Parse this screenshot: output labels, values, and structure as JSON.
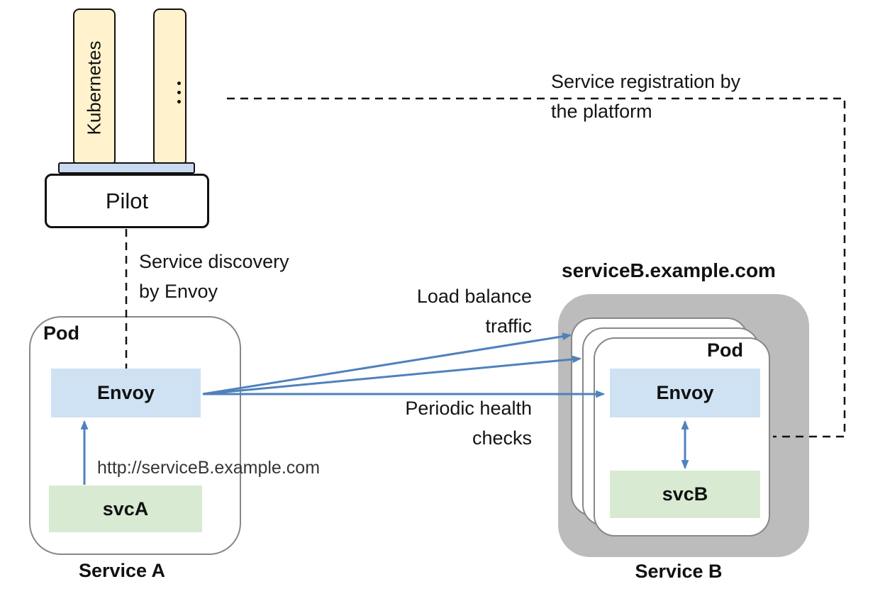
{
  "platform_stack": {
    "kubernetes_bar_label": "Kubernetes",
    "more_platforms_icon": "vertical-ellipsis",
    "pilot_label": "Pilot"
  },
  "service_a": {
    "pod_label": "Pod",
    "envoy_label": "Envoy",
    "svc_label": "svcA",
    "caption": "Service A",
    "request_url": "http://serviceB.example.com"
  },
  "service_b": {
    "dns_title": "serviceB.example.com",
    "pod_label": "Pod",
    "envoy_label": "Envoy",
    "svc_label": "svcB",
    "caption": "Service B"
  },
  "annotations": {
    "service_discovery_line1": "Service discovery",
    "service_discovery_line2": "by Envoy",
    "service_registration_line1": "Service registration by",
    "service_registration_line2": "the platform",
    "load_balance_line1": "Load balance",
    "load_balance_line2": "traffic",
    "health_checks_line1": "Periodic health",
    "health_checks_line2": "checks"
  },
  "colors": {
    "platform_bar_fill": "#fff2cc",
    "platform_base_fill": "#c9daf0",
    "envoy_fill": "#cfe2f3",
    "service_fill": "#d9ead3",
    "service_b_container_fill": "#bcbcbc",
    "arrow_blue": "#4f81bd",
    "pod_border": "#888888",
    "dashed_line": "#111111"
  }
}
